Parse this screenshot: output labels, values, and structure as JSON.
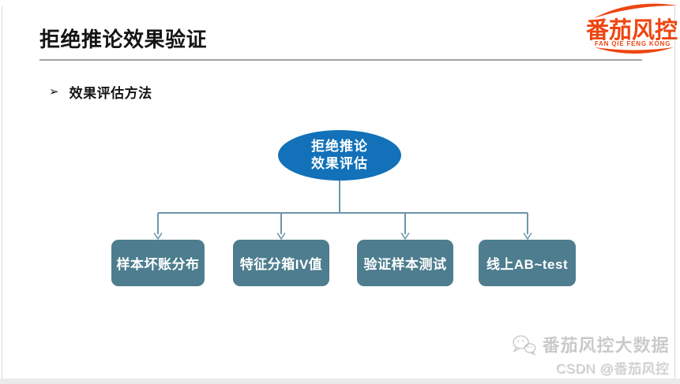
{
  "slide": {
    "title": "拒绝推论效果验证",
    "bullet": {
      "marker": "➢",
      "label": "效果评估方法"
    }
  },
  "logo": {
    "name": "番茄风控",
    "tagline": "FAN QIE FENG KONG",
    "color": "#ee4511"
  },
  "diagram": {
    "type": "hierarchy",
    "root": {
      "line1": "拒绝推论",
      "line2": "效果评估",
      "fill": "#1271b8",
      "text_color": "#ffffff"
    },
    "connector_color": "#6d95ab",
    "node_fill": "#4d7d8e",
    "nodes": [
      {
        "label": "样本坏账分布"
      },
      {
        "label": "特征分箱IV值"
      },
      {
        "label": "验证样本测试"
      },
      {
        "label": "线上AB~test"
      }
    ]
  },
  "watermark": {
    "brand": "番茄风控大数据",
    "credit": "CSDN @番茄风控",
    "icon": "wechat-icon"
  }
}
